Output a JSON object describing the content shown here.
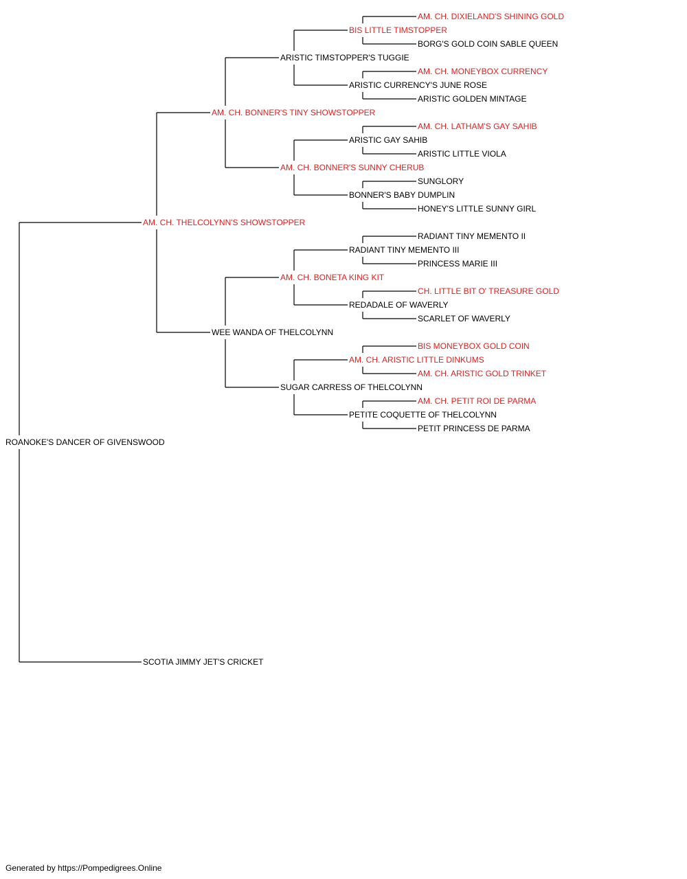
{
  "colors": {
    "champion": "#e02020",
    "regular": "#000000",
    "line": "#000000"
  },
  "pedigree": {
    "name": "ROANOKE'S DANCER OF GIVENSWOOD",
    "champion": false,
    "sire": {
      "name": "AM. CH. THELCOLYNN'S SHOWSTOPPER",
      "champion": true,
      "sire": {
        "name": "AM. CH. BONNER'S TINY SHOWSTOPPER",
        "champion": true,
        "sire": {
          "name": "ARISTIC TIMSTOPPER'S TUGGIE",
          "champion": false,
          "sire": {
            "name": "BIS LITTLE TIMSTOPPER",
            "champion": true,
            "sire": {
              "name": "AM. CH. DIXIELAND'S SHINING GOLD",
              "champion": true
            },
            "dam": {
              "name": "BORG'S GOLD COIN SABLE QUEEN",
              "champion": false
            }
          },
          "dam": {
            "name": "ARISTIC CURRENCY'S JUNE ROSE",
            "champion": false,
            "sire": {
              "name": "AM. CH. MONEYBOX CURRENCY",
              "champion": true
            },
            "dam": {
              "name": "ARISTIC GOLDEN MINTAGE",
              "champion": false
            }
          }
        },
        "dam": {
          "name": "AM. CH. BONNER'S SUNNY CHERUB",
          "champion": true,
          "sire": {
            "name": "ARISTIC GAY SAHIB",
            "champion": false,
            "sire": {
              "name": "AM. CH. LATHAM'S GAY SAHIB",
              "champion": true
            },
            "dam": {
              "name": "ARISTIC LITTLE VIOLA",
              "champion": false
            }
          },
          "dam": {
            "name": "BONNER'S BABY DUMPLIN",
            "champion": false,
            "sire": {
              "name": "SUNGLORY",
              "champion": false
            },
            "dam": {
              "name": "HONEY'S LITTLE SUNNY GIRL",
              "champion": false
            }
          }
        }
      },
      "dam": {
        "name": "WEE WANDA OF THELCOLYNN",
        "champion": false,
        "sire": {
          "name": "AM. CH. BONETA KING KIT",
          "champion": true,
          "sire": {
            "name": "RADIANT TINY MEMENTO III",
            "champion": false,
            "sire": {
              "name": "RADIANT TINY MEMENTO II",
              "champion": false
            },
            "dam": {
              "name": "PRINCESS MARIE III",
              "champion": false
            }
          },
          "dam": {
            "name": "REDADALE OF WAVERLY",
            "champion": false,
            "sire": {
              "name": "CH. LITTLE BIT O' TREASURE GOLD",
              "champion": true
            },
            "dam": {
              "name": "SCARLET OF WAVERLY",
              "champion": false
            }
          }
        },
        "dam": {
          "name": "SUGAR CARRESS OF THELCOLYNN",
          "champion": false,
          "sire": {
            "name": "AM. CH. ARISTIC LITTLE DINKUMS",
            "champion": true,
            "sire": {
              "name": "BIS MONEYBOX GOLD COIN",
              "champion": true
            },
            "dam": {
              "name": "AM. CH. ARISTIC GOLD TRINKET",
              "champion": true
            }
          },
          "dam": {
            "name": "PETITE COQUETTE OF THELCOLYNN",
            "champion": false,
            "sire": {
              "name": "AM. CH. PETIT ROI DE PARMA",
              "champion": true
            },
            "dam": {
              "name": "PETIT PRINCESS DE PARMA",
              "champion": false
            }
          }
        }
      }
    },
    "dam": {
      "name": "SCOTIA JIMMY JET'S CRICKET",
      "champion": false
    }
  },
  "footer": {
    "text": "Generated by https://Pompedigrees.Online"
  }
}
